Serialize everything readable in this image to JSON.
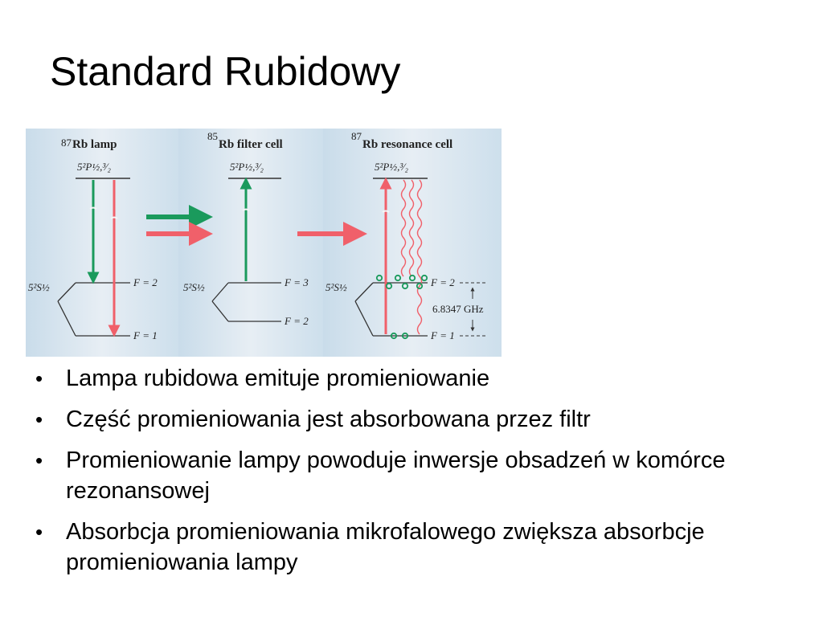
{
  "title": "Standard Rubidowy",
  "figure": {
    "panels": [
      {
        "title": "Rb lamp",
        "isotope": "87",
        "upper_level": "5²P½,³⁄₂",
        "ground_level": "5²S½",
        "f_upper": "F = 2",
        "f_lower": "F = 1"
      },
      {
        "title": "Rb filter cell",
        "isotope": "85",
        "upper_level": "5²P½,³⁄₂",
        "ground_level": "5²S½",
        "f_upper": "F = 3",
        "f_lower": "F = 2"
      },
      {
        "title": "Rb resonance cell",
        "isotope": "87",
        "upper_level": "5²P½,³⁄₂",
        "ground_level": "5²S½",
        "f_upper": "F = 2",
        "f_lower": "F = 1",
        "splitting": "6.8347 GHz"
      }
    ],
    "colors": {
      "green": "#1a9a5c",
      "red": "#f0606a",
      "panel_bg": "#dfe9f2"
    }
  },
  "bullets": [
    "Lampa rubidowa emituje promieniowanie",
    "Część promieniowania jest absorbowana przez filtr",
    "Promieniowanie lampy powoduje inwersje obsadzeń w komórce rezonansowej",
    "Absorbcja promieniowania mikrofalowego zwiększa absorbcje promieniowania lampy"
  ]
}
